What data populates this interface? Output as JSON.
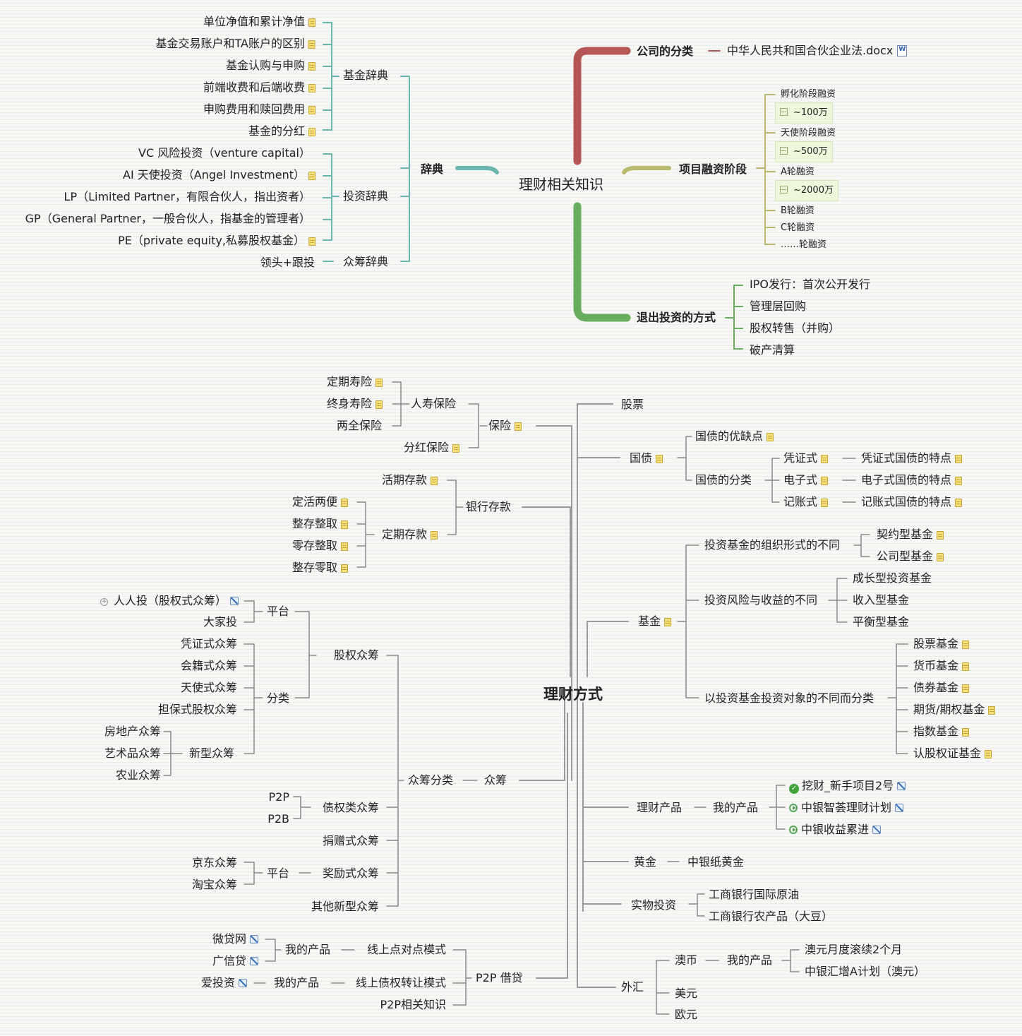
{
  "colors": {
    "teal": "#6ab5ad",
    "red": "#b45656",
    "olive": "#b9b86f",
    "green": "#68ad5e",
    "gray": "#9a9a9a"
  },
  "map1": {
    "root": "理财相关知识",
    "dict": {
      "label": "辞典",
      "fund": {
        "label": "基金辞典",
        "items": [
          "单位净值和累计净值",
          "基金交易账户和TA账户的区别",
          "基金认购与申购",
          "前端收费和后端收费",
          "申购费用和赎回费用",
          "基金的分红"
        ]
      },
      "invest": {
        "label": "投资辞典",
        "items": [
          "VC 风险投资（venture capital）",
          "AI 天使投资（Angel Investment）",
          "LP（Limited Partner，有限合伙人，指出资者）",
          "GP（General Partner，一般合伙人，指基金的管理者）",
          "PE（private equity,私募股权基金）"
        ]
      },
      "crowd": {
        "label": "众筹辞典",
        "items": [
          "领头+跟投"
        ]
      }
    },
    "company": {
      "label": "公司的分类",
      "file": "中华人民共和国合伙企业法.docx"
    },
    "stage": {
      "label": "项目融资阶段",
      "items": [
        "孵化阶段融资",
        "~100万",
        "天使阶段融资",
        "~500万",
        "A轮融资",
        "~2000万",
        "B轮融资",
        "C轮融资",
        "……轮融资"
      ]
    },
    "exit": {
      "label": "退出投资的方式",
      "items": [
        "IPO发行：首次公开发行",
        "管理层回购",
        "股权转售（并购）",
        "破产清算"
      ]
    }
  },
  "map2": {
    "root": "理财方式",
    "stock": "股票",
    "bond": {
      "label": "国债",
      "pros": "国债的优缺点",
      "cls": "国债的分类",
      "types": [
        "凭证式",
        "电子式",
        "记账式"
      ],
      "features": [
        "凭证式国债的特点",
        "电子式国债的特点",
        "记账式国债的特点"
      ]
    },
    "fund": {
      "label": "基金",
      "org": {
        "label": "投资基金的组织形式的不同",
        "items": [
          "契约型基金",
          "公司型基金"
        ]
      },
      "risk": {
        "label": "投资风险与收益的不同",
        "items": [
          "成长型投资基金",
          "收入型基金",
          "平衡型基金"
        ]
      },
      "target": {
        "label": "以投资基金投资对象的不同而分类",
        "items": [
          "股票基金",
          "货币基金",
          "债券基金",
          "期货/期权基金",
          "指数基金",
          "认股权证基金"
        ]
      }
    },
    "product": {
      "label": "理财产品",
      "mine": "我的产品",
      "items": [
        "挖财_新手项目2号",
        "中银智荟理财计划",
        "中银收益累进"
      ]
    },
    "gold": {
      "label": "黄金",
      "item": "中银纸黄金"
    },
    "physical": {
      "label": "实物投资",
      "items": [
        "工商银行国际原油",
        "工商银行农产品（大豆）"
      ]
    },
    "forex": {
      "label": "外汇",
      "aud": "澳币",
      "mine": "我的产品",
      "aud_items": [
        "澳元月度滚续2个月",
        "中银汇增A计划（澳元）"
      ],
      "usd": "美元",
      "eur": "欧元"
    },
    "insurance": {
      "label": "保险",
      "life": "人寿保险",
      "life_items": [
        "定期寿险",
        "终身寿险",
        "两全保险"
      ],
      "dividend": "分红保险"
    },
    "deposit": {
      "label": "银行存款",
      "current": "活期存款",
      "fixed": "定期存款",
      "fixed_items": [
        "定活两便",
        "整存整取",
        "零存整取",
        "整存零取"
      ]
    },
    "crowd": {
      "label": "众筹",
      "cls": "众筹分类",
      "equity": {
        "label": "股权众筹",
        "platform": "平台",
        "platforms": [
          "人人投（股权式众筹）",
          "大家投"
        ],
        "category": "分类",
        "categories": [
          "凭证式众筹",
          "会籍式众筹",
          "天使式众筹",
          "担保式股权众筹"
        ],
        "new": "新型众筹",
        "new_items": [
          "房地产众筹",
          "艺术品众筹",
          "农业众筹"
        ]
      },
      "debt": {
        "label": "债权类众筹",
        "items": [
          "P2P",
          "P2B"
        ]
      },
      "donation": "捐赠式众筹",
      "reward": {
        "label": "奖励式众筹",
        "platform": "平台",
        "items": [
          "京东众筹",
          "淘宝众筹"
        ]
      },
      "other": "其他新型众筹"
    },
    "p2p": {
      "label": "P2P 借贷",
      "online": "线上点对点模式",
      "mine1": "我的产品",
      "online_items": [
        "微贷网",
        "广信贷"
      ],
      "transfer": "线上债权转让模式",
      "mine2": "我的产品",
      "transfer_item": "爱投资",
      "knowledge": "P2P相关知识"
    }
  }
}
